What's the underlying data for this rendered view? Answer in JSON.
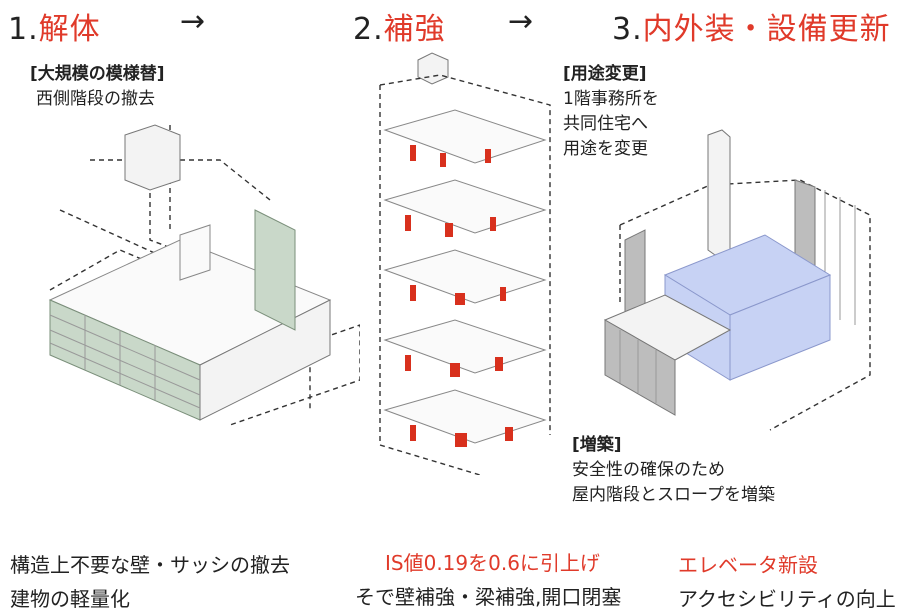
{
  "steps": [
    {
      "num": "1.",
      "title": "解体"
    },
    {
      "num": "2.",
      "title": "補強"
    },
    {
      "num": "3.",
      "title": "内外装・設備更新"
    }
  ],
  "arrow": "→",
  "notes": {
    "large_replacement": {
      "head": "[大規模の模様替]",
      "lines": [
        "西側階段の撤去"
      ]
    },
    "change_of_use": {
      "head": "[用途変更]",
      "lines": [
        "1階事務所を",
        "共同住宅へ",
        "用途を変更"
      ]
    },
    "extension": {
      "head": "[増築]",
      "lines": [
        "安全性の確保のため",
        "屋内階段とスロープを増築"
      ]
    }
  },
  "captions": {
    "demolition": [
      "構造上不要な壁・サッシの撤去",
      "建物の軽量化"
    ],
    "reinforcement": {
      "highlight": "IS値0.19を0.6に引上げ",
      "text": "そで壁補強・梁補強,開口閉塞"
    },
    "renovation": {
      "highlight": "エレベータ新設",
      "text": "アクセシビリティの向上"
    }
  },
  "colors": {
    "accent": "#e03a2a",
    "reinforcement": "#d8301d",
    "new_volume": "#c7d2f4",
    "existing_green": "#c9d8c9"
  }
}
